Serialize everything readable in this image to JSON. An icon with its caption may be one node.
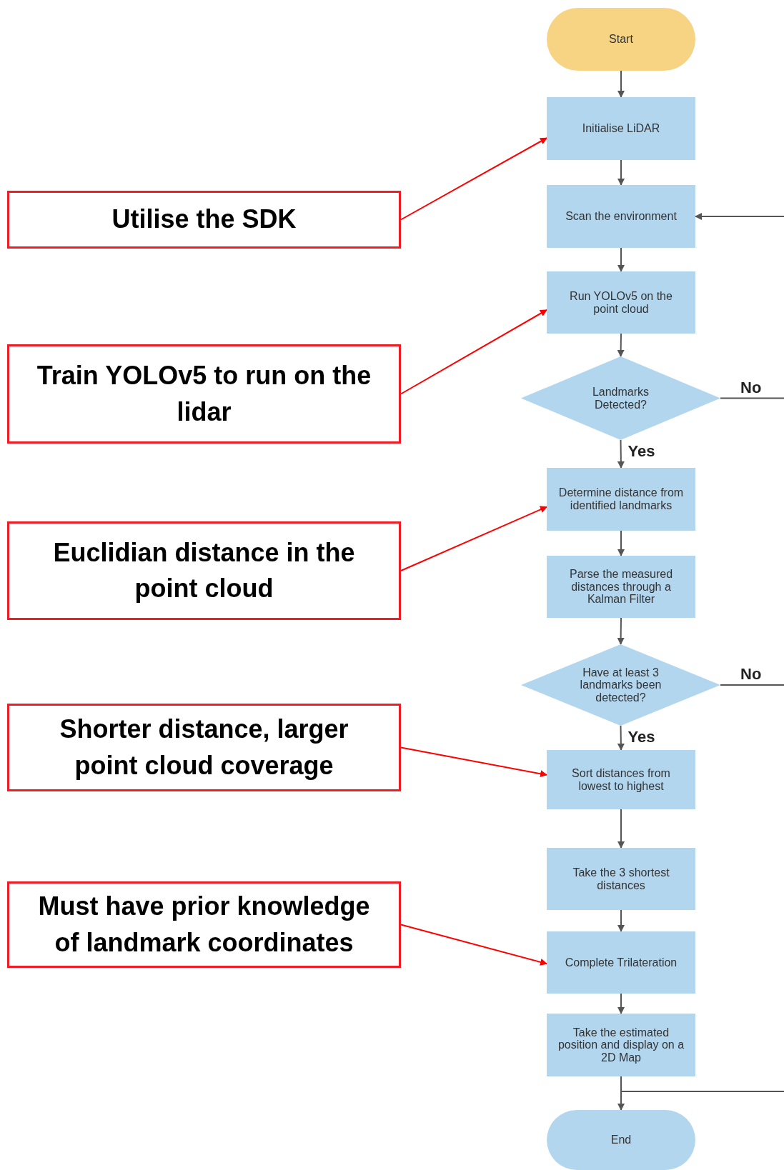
{
  "diagram": {
    "nodes": [
      {
        "text": [
          "Start"
        ]
      },
      {
        "text": [
          "Initialise LiDAR"
        ]
      },
      {
        "text": [
          "Scan the environment"
        ]
      },
      {
        "text": [
          "Run YOLOv5 on the point cloud"
        ]
      },
      {
        "text": [
          "Landmarks Detected?"
        ]
      },
      {
        "text": [
          "Determine distance from identified landmarks"
        ]
      },
      {
        "text": [
          "Parse the measured distances through a Kalman Filter"
        ]
      },
      {
        "text": [
          "Have at least 3 landmarks been detected?"
        ]
      },
      {
        "text": [
          "Sort distances from lowest to highest"
        ]
      },
      {
        "text": [
          "Take the 3 shortest distances"
        ]
      },
      {
        "text": [
          "Complete Trilateration"
        ]
      },
      {
        "text": [
          "Take the estimated position and display on a 2D Map"
        ]
      },
      {
        "text": [
          "End"
        ]
      },
      {
        "text": [
          "Utilise the SDK"
        ]
      },
      {
        "text": [
          "Train YOLOv5 to run on the lidar"
        ]
      },
      {
        "text": [
          "Euclidian distance in the point cloud"
        ]
      },
      {
        "text": [
          "Shorter distance, larger point cloud coverage"
        ]
      },
      {
        "text": [
          "Must have prior knowledge of landmark coordinates"
        ]
      }
    ],
    "edges": [
      {
        "from": 0,
        "to": 1,
        "arrow": "to"
      },
      {
        "from": 1,
        "to": 2,
        "arrow": "to"
      },
      {
        "from": 2,
        "to": 3,
        "arrow": "to"
      },
      {
        "from": 3,
        "to": 4,
        "arrow": "to"
      },
      {
        "from": 4,
        "to": 5,
        "arrow": "to",
        "label": "Yes"
      },
      {
        "from": 4,
        "to": null,
        "arrow": "none",
        "label": "No"
      },
      {
        "from": 5,
        "to": 6,
        "arrow": "to"
      },
      {
        "from": 6,
        "to": 7,
        "arrow": "to"
      },
      {
        "from": 7,
        "to": 8,
        "arrow": "to",
        "label": "Yes"
      },
      {
        "from": 7,
        "to": null,
        "arrow": "none",
        "label": "No"
      },
      {
        "from": 8,
        "to": 9,
        "arrow": "to"
      },
      {
        "from": 9,
        "to": 10,
        "arrow": "to"
      },
      {
        "from": 10,
        "to": 11,
        "arrow": "to"
      },
      {
        "from": 11,
        "to": 12,
        "arrow": "to"
      },
      {
        "from": 11,
        "to": null,
        "arrow": "none"
      },
      {
        "from": null,
        "to": 2,
        "arrow": "to"
      },
      {
        "from": 13,
        "to": 1,
        "arrow": "to",
        "color": "#ff0000"
      },
      {
        "from": 14,
        "to": 3,
        "arrow": "to",
        "color": "#ff0000"
      },
      {
        "from": 15,
        "to": 5,
        "arrow": "to",
        "color": "#ff0000"
      },
      {
        "from": 16,
        "to": 8,
        "arrow": "to",
        "color": "#ff0000"
      },
      {
        "from": 17,
        "to": 10,
        "arrow": "to",
        "color": "#ff0000"
      }
    ]
  }
}
